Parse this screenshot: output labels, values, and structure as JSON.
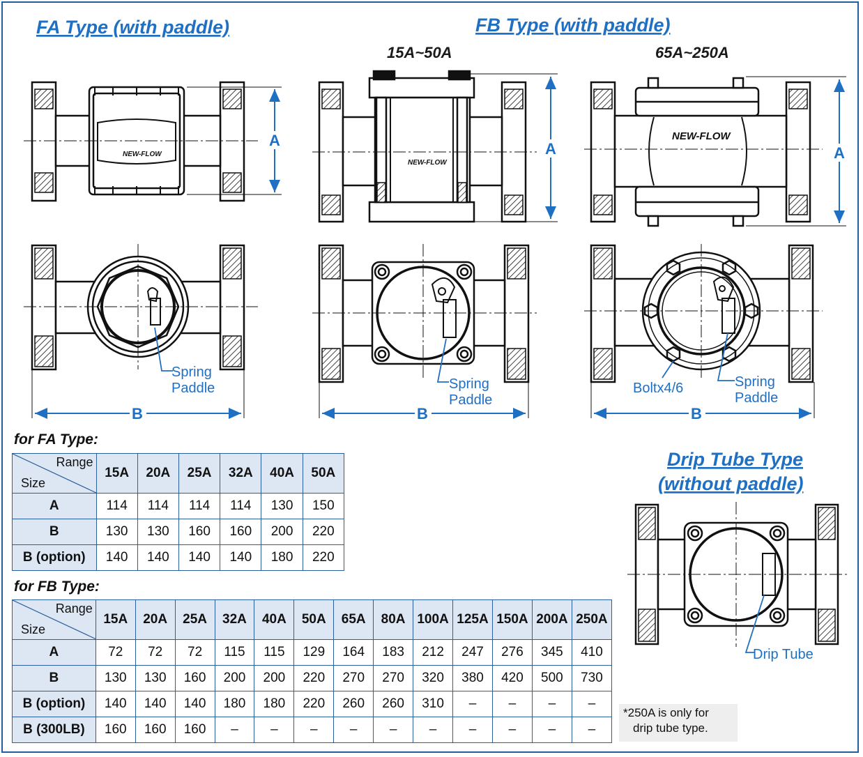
{
  "titles": {
    "fa": "FA Type (with paddle)",
    "fb": "FB Type (with paddle)",
    "fb_small": "15A~50A",
    "fb_large": "65A~250A",
    "drip_line1": "Drip Tube Type",
    "drip_line2": "(without paddle)"
  },
  "labels": {
    "dim_a": "A",
    "dim_b": "B",
    "brand": "NEW-FLOW",
    "spring": "Spring",
    "paddle": "Paddle",
    "bolt": "Boltx4/6",
    "drip_tube": "Drip Tube"
  },
  "fa_table": {
    "heading": "for FA Type:",
    "corner_range": "Range",
    "corner_size": "Size",
    "columns": [
      "15A",
      "20A",
      "25A",
      "32A",
      "40A",
      "50A"
    ],
    "rows": [
      {
        "label": "A",
        "values": [
          "114",
          "114",
          "114",
          "114",
          "130",
          "150"
        ]
      },
      {
        "label": "B",
        "values": [
          "130",
          "130",
          "160",
          "160",
          "200",
          "220"
        ]
      },
      {
        "label": "B (option)",
        "values": [
          "140",
          "140",
          "140",
          "140",
          "180",
          "220"
        ]
      }
    ]
  },
  "fb_table": {
    "heading": "for FB Type:",
    "corner_range": "Range",
    "corner_size": "Size",
    "columns": [
      "15A",
      "20A",
      "25A",
      "32A",
      "40A",
      "50A",
      "65A",
      "80A",
      "100A",
      "125A",
      "150A",
      "200A",
      "250A"
    ],
    "rows": [
      {
        "label": "A",
        "values": [
          "72",
          "72",
          "72",
          "115",
          "115",
          "129",
          "164",
          "183",
          "212",
          "247",
          "276",
          "345",
          "410"
        ]
      },
      {
        "label": "B",
        "values": [
          "130",
          "130",
          "160",
          "200",
          "200",
          "220",
          "270",
          "270",
          "320",
          "380",
          "420",
          "500",
          "730"
        ]
      },
      {
        "label": "B (option)",
        "values": [
          "140",
          "140",
          "140",
          "180",
          "180",
          "220",
          "260",
          "260",
          "310",
          "–",
          "–",
          "–",
          "–"
        ]
      },
      {
        "label": "B (300LB)",
        "values": [
          "160",
          "160",
          "160",
          "–",
          "–",
          "–",
          "–",
          "–",
          "–",
          "–",
          "–",
          "–",
          "–"
        ]
      }
    ]
  },
  "note": {
    "line1": "*250A is only for",
    "line2": "drip tube type."
  },
  "colors": {
    "accent": "#1f6fc2",
    "border": "#1f5fa0",
    "header_bg": "#dde6f3"
  }
}
